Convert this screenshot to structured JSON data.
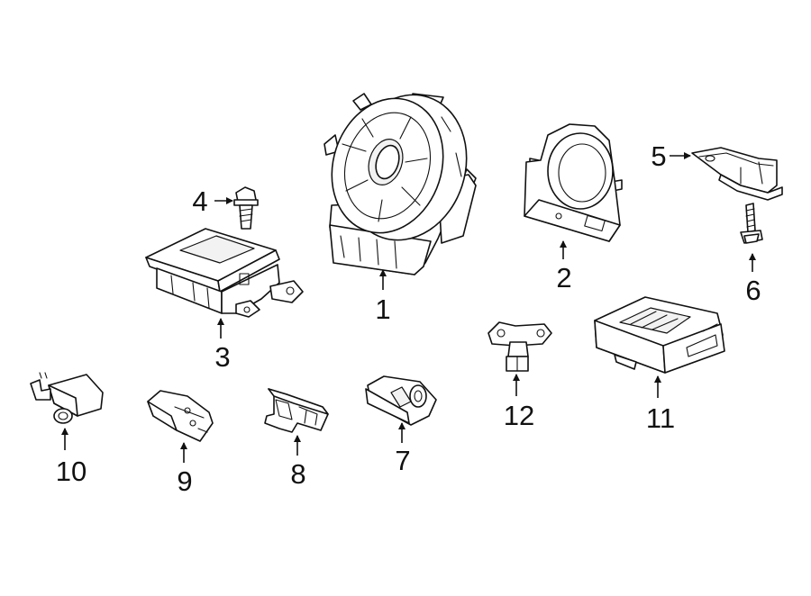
{
  "colors": {
    "background": "#ffffff",
    "line": "#111111"
  },
  "callouts": [
    {
      "id": "1",
      "label": "1"
    },
    {
      "id": "2",
      "label": "2"
    },
    {
      "id": "3",
      "label": "3"
    },
    {
      "id": "4",
      "label": "4"
    },
    {
      "id": "5",
      "label": "5"
    },
    {
      "id": "6",
      "label": "6"
    },
    {
      "id": "7",
      "label": "7"
    },
    {
      "id": "8",
      "label": "8"
    },
    {
      "id": "9",
      "label": "9"
    },
    {
      "id": "10",
      "label": "10"
    },
    {
      "id": "11",
      "label": "11"
    },
    {
      "id": "12",
      "label": "12"
    }
  ]
}
